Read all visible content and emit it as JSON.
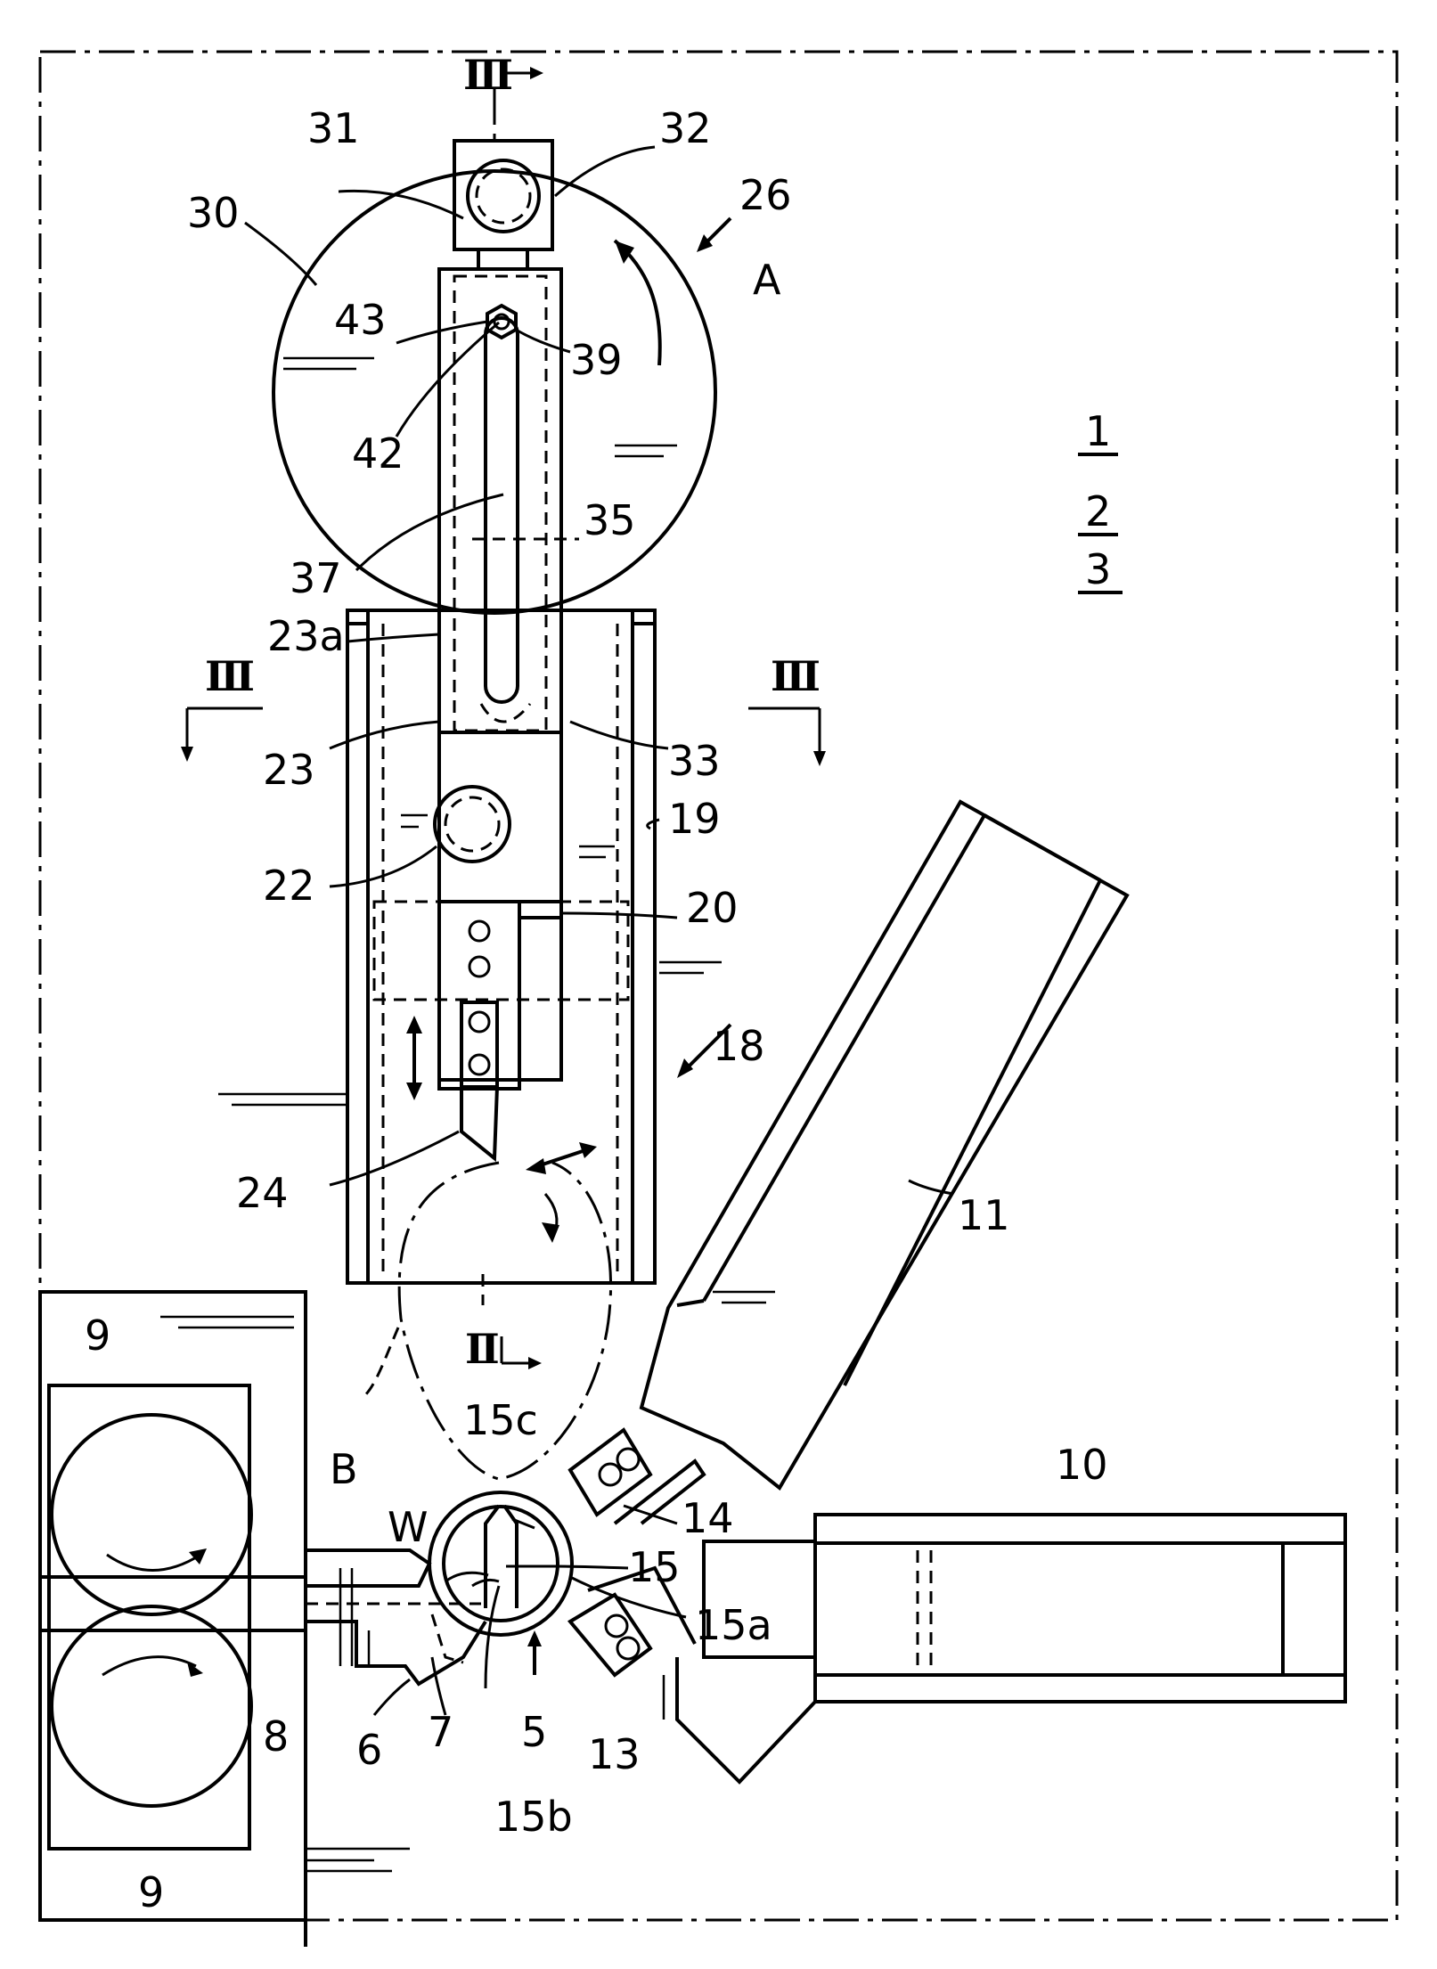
{
  "figure": {
    "sheet_number": "1",
    "sheet_fraction_mid": "2",
    "sheet_fraction_total": "3"
  },
  "labels": {
    "n30": "30",
    "n31": "31",
    "n32": "32",
    "n26": "26",
    "nA": "A",
    "n43": "43",
    "n39": "39",
    "n42": "42",
    "n37": "37",
    "n35": "35",
    "n23a": "23a",
    "n23": "23",
    "n33": "33",
    "n19": "19",
    "n22": "22",
    "n20": "20",
    "n18": "18",
    "n24": "24",
    "n11": "11",
    "n9_top": "9",
    "n9_bottom": "9",
    "nB": "B",
    "n15c": "15c",
    "nW": "W",
    "n14": "14",
    "n15": "15",
    "n15a": "15a",
    "n10": "10",
    "n8": "8",
    "n6": "6",
    "n7": "7",
    "n5": "5",
    "n13": "13",
    "n15b": "15b"
  },
  "section_marks": {
    "top": "Ⅲ",
    "left": "Ⅲ",
    "right": "Ⅲ",
    "lower": "Ⅱ"
  }
}
